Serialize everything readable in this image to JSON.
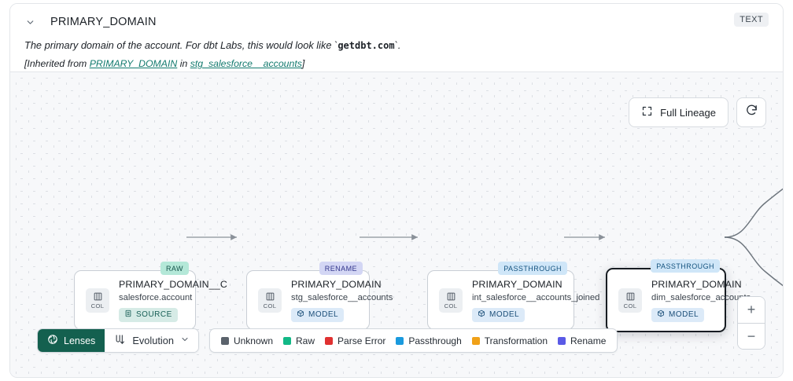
{
  "header": {
    "chevron_icon": "chevron-down-icon",
    "title": "PRIMARY_DOMAIN",
    "type_badge": "TEXT",
    "description_prefix": "The primary domain of the account. For dbt Labs, this would look like `",
    "description_code": "getdbt.com",
    "description_suffix": "`.",
    "inherited_prefix": "[Inherited from ",
    "inherited_link": "PRIMARY_DOMAIN",
    "inherited_middle": " in ",
    "inherited_source": "stg_salesforce__accounts",
    "inherited_suffix": "]"
  },
  "controls": {
    "full_lineage_label": "Full Lineage",
    "full_lineage_icon": "expand-icon",
    "refresh_icon": "refresh-icon",
    "zoom_in_label": "+",
    "zoom_out_label": "−"
  },
  "graph": {
    "nodes": [
      {
        "badge": "RAW",
        "badge_class": "raw",
        "icon_label": "COL",
        "name": "PRIMARY_DOMAIN__C",
        "subtitle": "salesforce.account",
        "tag": "SOURCE",
        "tag_class": "source",
        "tag_icon": "database-icon",
        "selected": false
      },
      {
        "badge": "RENAME",
        "badge_class": "rename",
        "icon_label": "COL",
        "name": "PRIMARY_DOMAIN",
        "subtitle": "stg_salesforce__accounts",
        "tag": "MODEL",
        "tag_class": "model",
        "tag_icon": "cube-icon",
        "selected": false
      },
      {
        "badge": "PASSTHROUGH",
        "badge_class": "passthrough",
        "icon_label": "COL",
        "name": "PRIMARY_DOMAIN",
        "subtitle": "int_salesforce__accounts_joined",
        "tag": "MODEL",
        "tag_class": "model",
        "tag_icon": "cube-icon",
        "selected": false
      },
      {
        "badge": "PASSTHROUGH",
        "badge_class": "passthrough",
        "icon_label": "COL",
        "name": "PRIMARY_DOMAIN",
        "subtitle": "dim_salesforce_accounts",
        "tag": "MODEL",
        "tag_class": "model",
        "tag_icon": "cube-icon",
        "selected": true
      }
    ]
  },
  "toolbar": {
    "lenses_label": "Lenses",
    "lenses_icon": "aperture-icon",
    "evolution_label": "Evolution",
    "evolution_icon": "evolution-icon",
    "evolution_caret_icon": "chevron-down-icon"
  },
  "legend": {
    "items": [
      {
        "label": "Unknown",
        "color": "#5b636c"
      },
      {
        "label": "Raw",
        "color": "#12b886"
      },
      {
        "label": "Parse Error",
        "color": "#e03131"
      },
      {
        "label": "Passthrough",
        "color": "#1a9ade"
      },
      {
        "label": "Transformation",
        "color": "#f0a118"
      },
      {
        "label": "Rename",
        "color": "#5a5ae6"
      }
    ]
  }
}
